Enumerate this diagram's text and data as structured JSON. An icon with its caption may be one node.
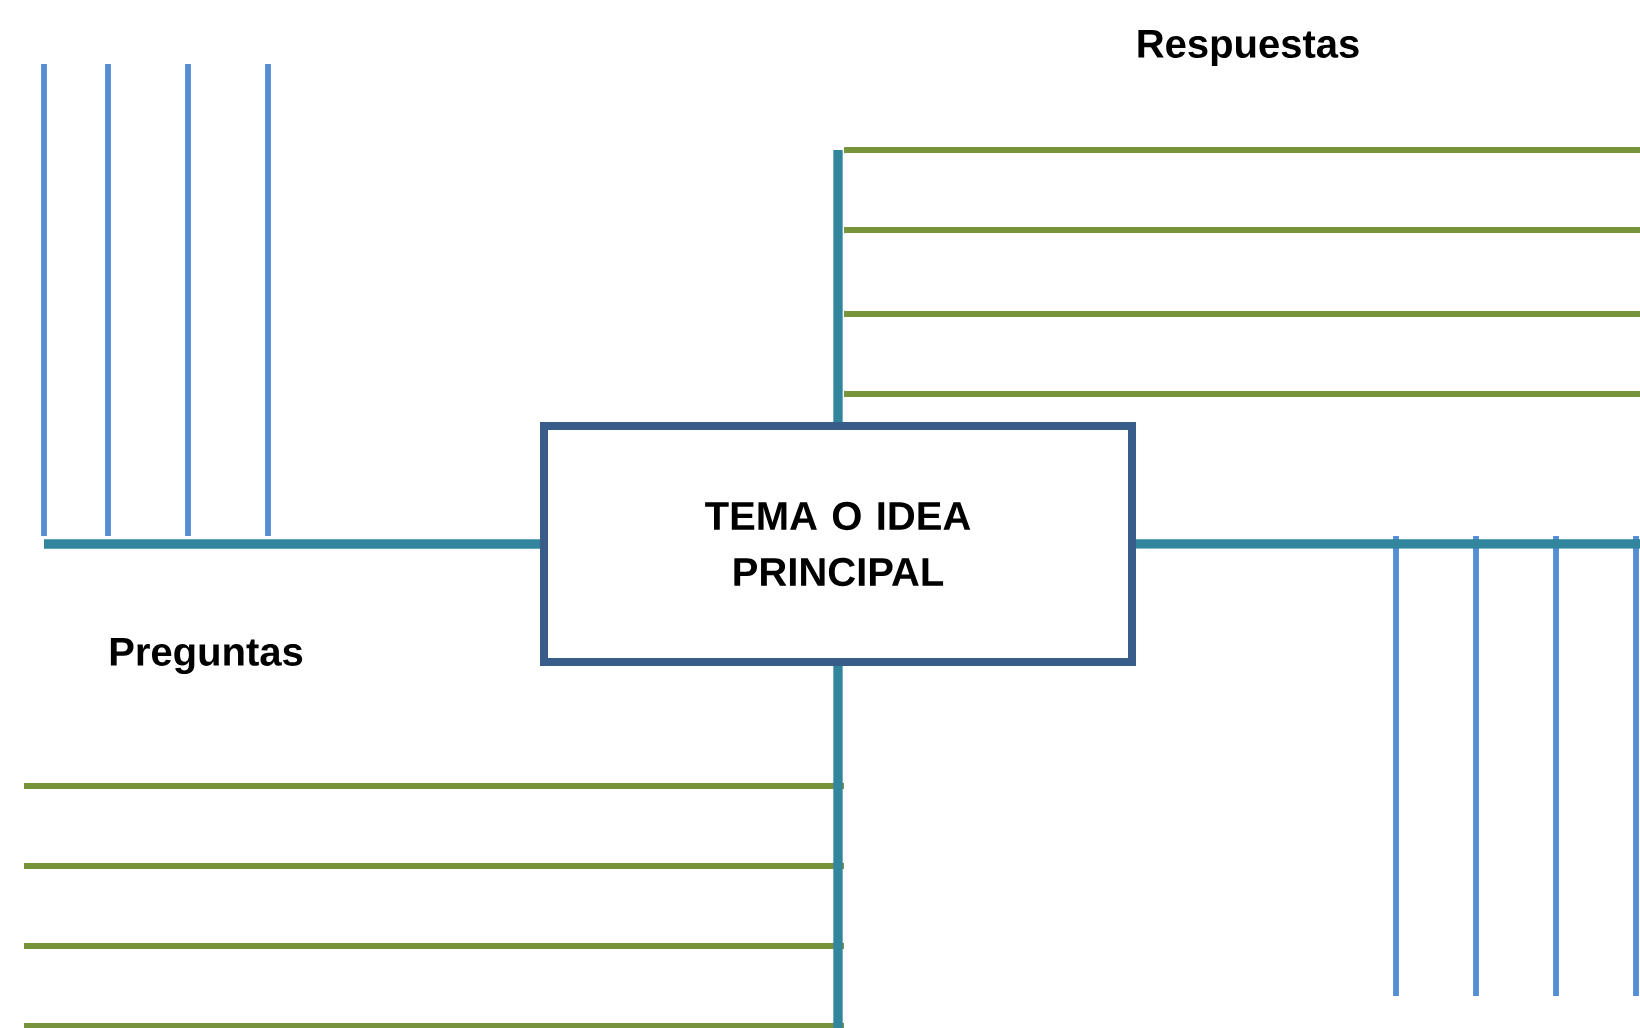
{
  "diagram": {
    "nodes": [
      {
        "text": [
          "TEMA O IDEA PRINCIPAL"
        ]
      }
    ],
    "labels": [
      "Respuestas",
      "Preguntas"
    ]
  }
}
